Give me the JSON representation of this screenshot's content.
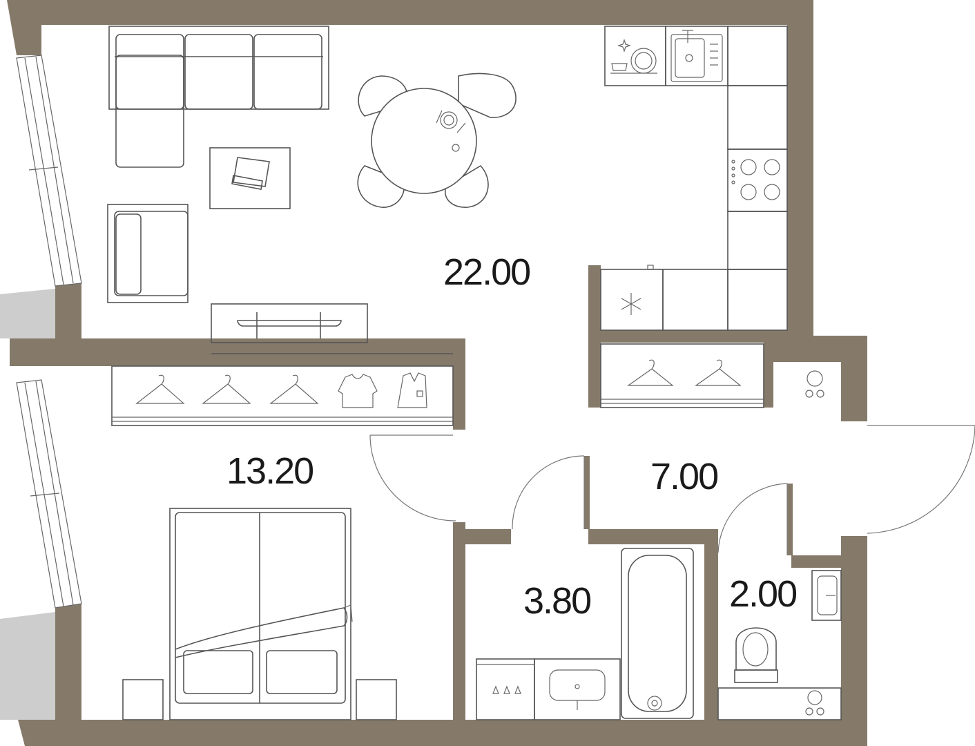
{
  "colors": {
    "wall": "#857a6a",
    "balcony": "#cdcdcd",
    "line": "#555555",
    "background": "#ffffff"
  },
  "rooms": [
    {
      "id": "living-kitchen",
      "area": "22.00"
    },
    {
      "id": "bedroom",
      "area": "13.20"
    },
    {
      "id": "hallway",
      "area": "7.00"
    },
    {
      "id": "bathroom",
      "area": "3.80"
    },
    {
      "id": "toilet",
      "area": "2.00"
    }
  ],
  "icons": [
    "sofa-icon",
    "armchair-icon",
    "coffee-table-icon",
    "dining-table-icon",
    "chair-icon",
    "dishwasher-icon",
    "sink-icon",
    "stove-icon",
    "fridge-icon",
    "tv-stand-icon",
    "wardrobe-icon",
    "hanger-icon",
    "shirt-icon",
    "double-bed-icon",
    "nightstand-icon",
    "bathtub-icon",
    "washbasin-icon",
    "washing-machine-icon",
    "toilet-icon",
    "boiler-icon",
    "door-icon",
    "window-icon"
  ]
}
